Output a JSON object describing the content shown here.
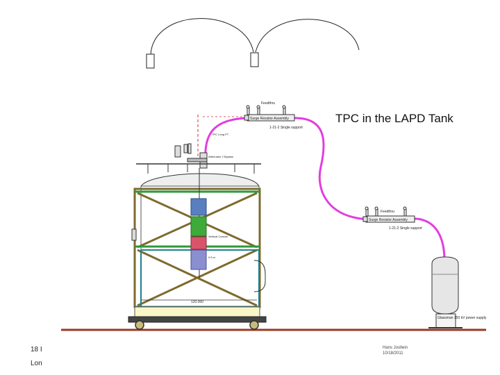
{
  "title": "TPC in the LAPD Tank",
  "labels": {
    "feedthru": "Feedthru",
    "surge_resistor": "Surge Resistor Assembly",
    "support_upper": "1-21-2 Single support",
    "support_lower": "1-21-2 Single support",
    "tpc_cable": "TPC Long PT",
    "attenuator": "Attenuator 2 Bypass",
    "vertical": "Vertical Coaxial",
    "span_left": "0.5 m",
    "width": "120.000",
    "supply": "Glassman 150 kV power supply"
  },
  "footer": {
    "slide_number": "18 I",
    "location": "Lon",
    "author": "Hans Jostlein",
    "date": "10/18/2011"
  },
  "colors": {
    "cable": "#e23de0",
    "frame_green": "#2a9a3a",
    "frame_olive": "#7e6a2e",
    "frame_teal": "#1f7f8a",
    "base_yellow": "#fbf6c8",
    "floor": "#9a3a22"
  }
}
